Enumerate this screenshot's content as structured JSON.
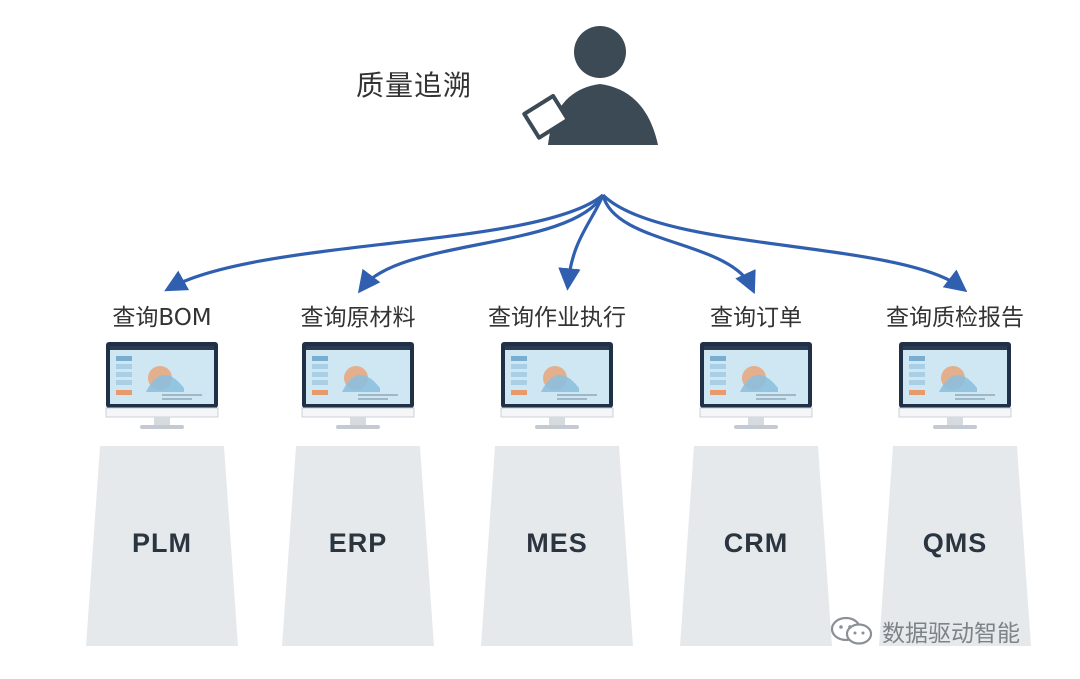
{
  "title": "质量追溯",
  "columns": [
    {
      "query": "查询BOM",
      "system": "PLM"
    },
    {
      "query": "查询原材料",
      "system": "ERP"
    },
    {
      "query": "查询作业执行",
      "system": "MES"
    },
    {
      "query": "查询订单",
      "system": "CRM"
    },
    {
      "query": "查询质检报告",
      "system": "QMS"
    }
  ],
  "icons": {
    "user": "person-with-tablet-icon",
    "monitor": "monitor-dashboard-icon",
    "watermark": "wechat-icon"
  },
  "colors": {
    "arrow": "#2f5fae",
    "person": "#3c4a55",
    "pedestal": "#e6e9ec",
    "monitor_frame": "#1f3047",
    "screen": "#cfe6f3"
  },
  "watermark": "数据驱动智能"
}
